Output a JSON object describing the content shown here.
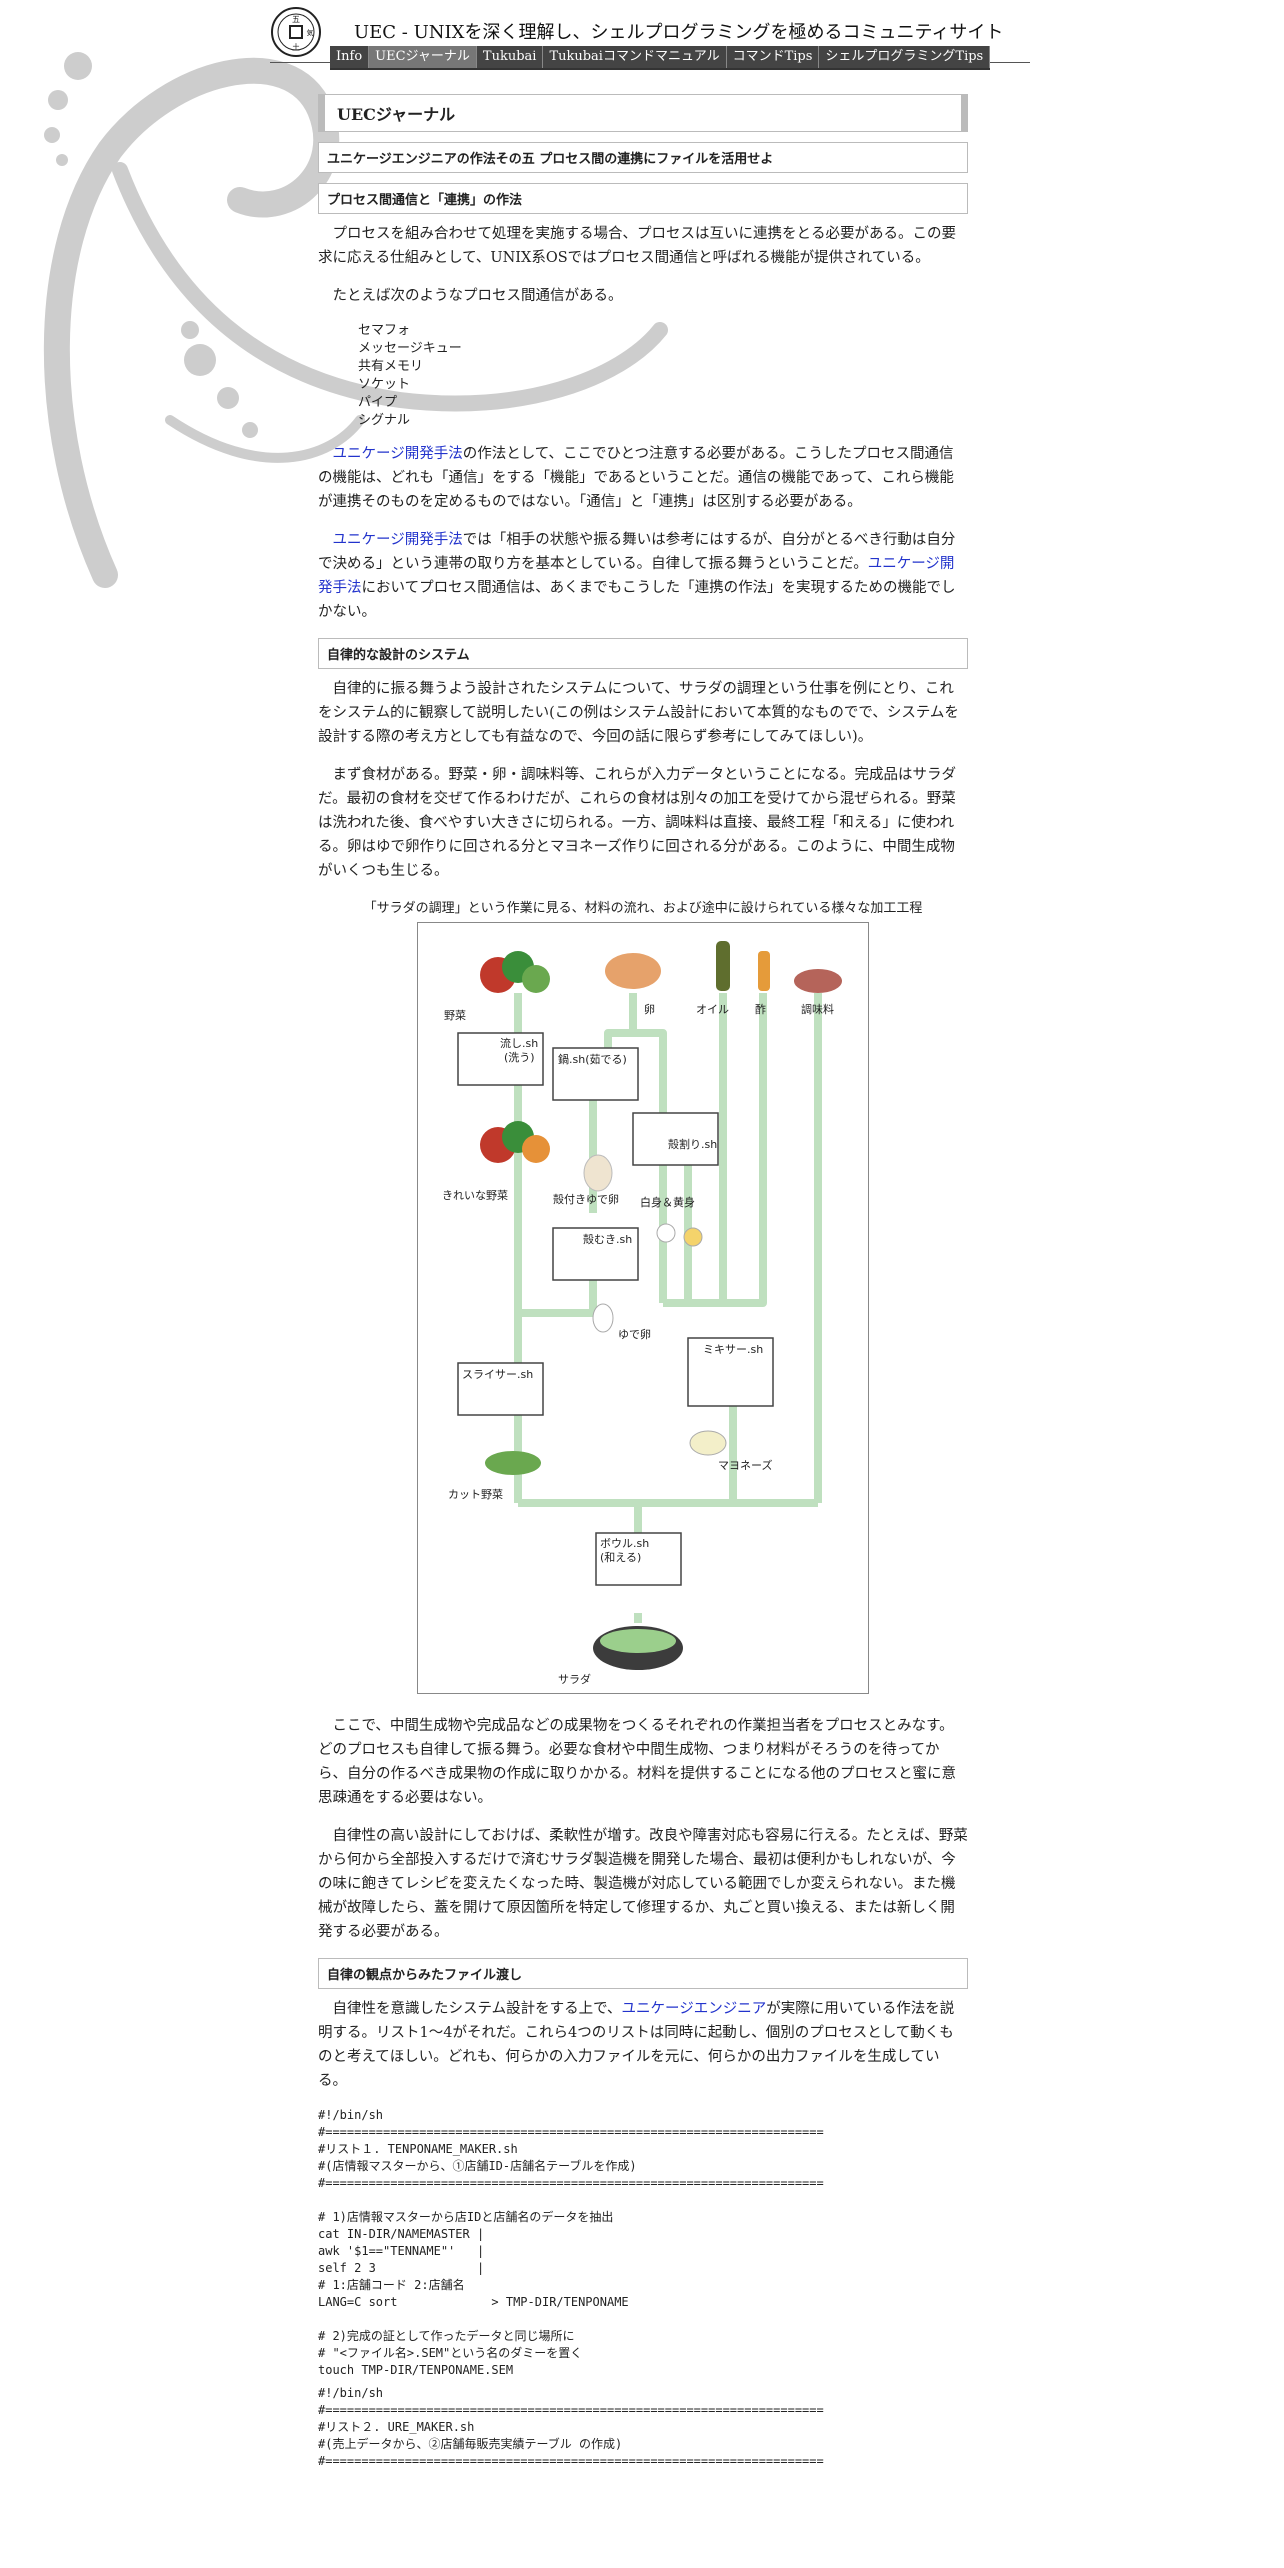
{
  "header": {
    "site_title": "UEC - UNIXを深く理解し、シェルプログラミングを極めるコミュニティサイト",
    "logo_chars": [
      "五",
      "口",
      "土",
      "気"
    ],
    "nav": [
      {
        "label": "Info",
        "active": false
      },
      {
        "label": "UECジャーナル",
        "active": true
      },
      {
        "label": "Tukubai",
        "active": false
      },
      {
        "label": "Tukubaiコマンドマニュアル",
        "active": false
      },
      {
        "label": "コマンドTips",
        "active": false
      },
      {
        "label": "シェルプログラミングTips",
        "active": false
      }
    ]
  },
  "article": {
    "page_title": "UECジャーナル",
    "article_title": "ユニケージエンジニアの作法その五 プロセス間の連携にファイルを活用せよ",
    "section1_title": "プロセス間通信と「連携」の作法",
    "p1": "プロセスを組み合わせて処理を実施する場合、プロセスは互いに連携をとる必要がある。この要求に応える仕組みとして、UNIX系OSではプロセス間通信と呼ばれる機能が提供されている。",
    "p2": "たとえば次のようなプロセス間通信がある。",
    "ipc_list": [
      "セマフォ",
      "メッセージキュー",
      "共有メモリ",
      "ソケット",
      "パイプ",
      "シグナル"
    ],
    "link_text": "ユニケージ開発手法",
    "p3_rest": "の作法として、ここでひとつ注意する必要がある。こうしたプロセス間通信の機能は、どれも「通信」をする「機能」であるということだ。通信の機能であって、これら機能が連携そのものを定めるものではない。「通信」と「連携」は区別する必要がある。",
    "p4_a": "では「相手の状態や振る舞いは参考にはするが、自分がとるべき行動は自分で決める」という連帯の取り方を基本としている。自律して振る舞うということだ。",
    "p4_b": "においてプロセス間通信は、あくまでもこうした「連携の作法」を実現するための機能でしかない。",
    "section2_title": "自律的な設計のシステム",
    "p5": "自律的に振る舞うよう設計されたシステムについて、サラダの調理という仕事を例にとり、これをシステム的に観察して説明したい(この例はシステム設計において本質的なものでで、システムを設計する際の考え方としても有益なので、今回の話に限らず参考にしてみてほしい)。",
    "p6": "まず食材がある。野菜・卵・調味料等、これらが入力データということになる。完成品はサラダだ。最初の食材を交ぜて作るわけだが、これらの食材は別々の加工を受けてから混ぜられる。野菜は洗われた後、食べやすい大きさに切られる。一方、調味料は直接、最終工程「和える」に使われる。卵はゆで卵作りに回される分とマヨネーズ作りに回される分がある。このように、中間生成物がいくつも生じる。",
    "figure_caption": "「サラダの調理」という作業に見る、材料の流れ、および途中に設けられている様々な加工工程",
    "p7": "ここで、中間生成物や完成品などの成果物をつくるそれぞれの作業担当者をプロセスとみなす。どのプロセスも自律して振る舞う。必要な食材や中間生成物、つまり材料がそろうのを待ってから、自分の作るべき成果物の作成に取りかかる。材料を提供することになる他のプロセスと蜜に意思疎通をする必要はない。",
    "p8": "自律性の高い設計にしておけば、柔軟性が増す。改良や障害対応も容易に行える。たとえば、野菜から何から全部投入するだけで済むサラダ製造機を開発した場合、最初は便利かもしれないが、今の味に飽きてレシピを変えたくなった時、製造機が対応している範囲でしか変えられない。また機械が故障したら、蓋を開けて原因箇所を特定して修理するか、丸ごと買い換える、または新しく開発する必要がある。",
    "section3_title": "自律の観点からみたファイル渡し",
    "p9_a": "自律性を意識したシステム設計をする上で、",
    "link_engineer": "ユニケージエンジニア",
    "p9_b": "が実際に用いている作法を説明する。リスト1～4がそれだ。これら4つのリストは同時に起動し、個別のプロセスとして動くものと考えてほしい。どれも、何らかの入力ファイルを元に、何らかの出力ファイルを生成している。",
    "code1": "#!/bin/sh\n#=====================================================================\n#リスト１. TENPONAME_MAKER.sh\n#(店情報マスターから、①店舗ID-店舗名テーブルを作成)\n#=====================================================================\n\n# 1)店情報マスターから店IDと店舗名のデータを抽出\ncat IN-DIR/NAMEMASTER |\nawk '$1==\"TENNAME\"'   |\nself 2 3              |\n# 1:店舗コード 2:店舗名\nLANG=C sort             > TMP-DIR/TENPONAME\n\n# 2)完成の証として作ったデータと同じ場所に\n# \"<ファイル名>.SEM\"という名のダミーを置く\ntouch TMP-DIR/TENPONAME.SEM",
    "code2": "#!/bin/sh\n#=====================================================================\n#リスト２. URE_MAKER.sh\n#(売上データから、②店舗毎販売実績テーブル の作成)\n#====================================================================="
  },
  "figure": {
    "labels": {
      "yasai": "野菜",
      "tamago": "卵",
      "oil": "オイル",
      "su": "酢",
      "choumiryou": "調味料",
      "arau_1": "流し.sh",
      "arau_2": "(洗う)",
      "nabe_1": "鍋.sh(茹でる)",
      "tamagowari": "殻割り.sh",
      "kireina_yasai": "きれいな野菜",
      "karatsuki": "殻付きゆで卵",
      "jimi": "白身＆黄身",
      "karamuki": "殻むき.sh",
      "yudetamago": "ゆで卵",
      "slicer": "スライサー.sh",
      "mixer": "ミキサー.sh",
      "mayonnaise": "マヨネーズ",
      "cut_yasai": "カット野菜",
      "bowl_1": "ボウル.sh",
      "bowl_2": "(和える)",
      "salad": "サラダ"
    }
  },
  "colors": {
    "flow": "#bfe0bf",
    "nav_bg": "#444444",
    "nav_active": "#777777",
    "link": "#2233cc",
    "deco": "#cccccc"
  }
}
